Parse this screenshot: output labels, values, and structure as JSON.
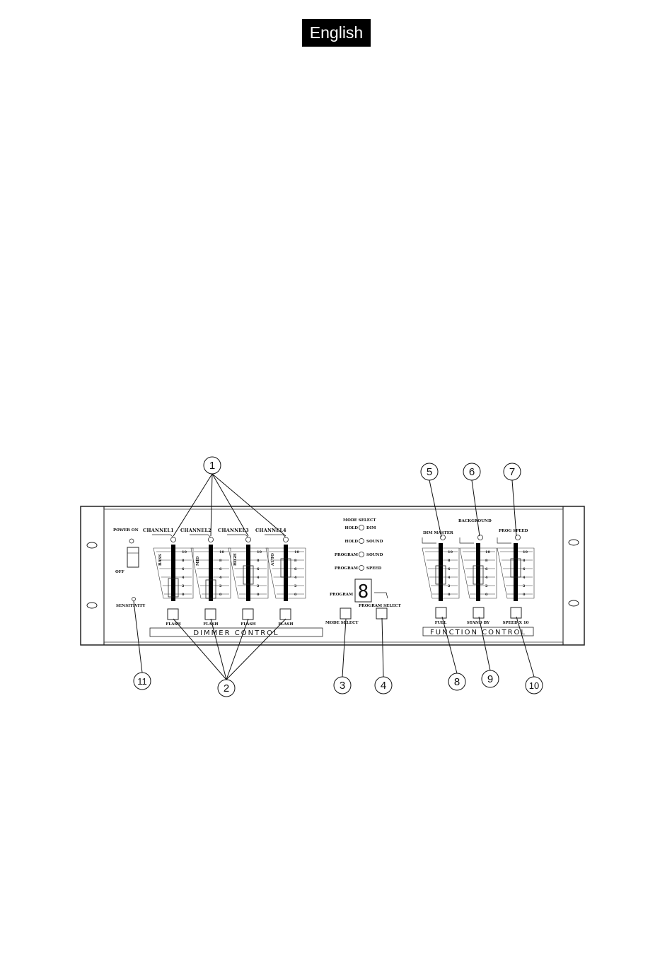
{
  "language_badge": "English",
  "power": {
    "on_label": "POWER ON",
    "off_label": "OFF"
  },
  "sensitivity_label": "SENSITIVITY",
  "channels": [
    {
      "name": "CHANNEL1",
      "side_label": "BASS",
      "flash_label": "FLASH"
    },
    {
      "name": "CHANNEL2",
      "side_label": "MID",
      "flash_label": "FLASH"
    },
    {
      "name": "CHANNEL3",
      "side_label": "HIGH",
      "flash_label": "FLASH"
    },
    {
      "name": "CHANNEL4",
      "side_label": "AUTO",
      "flash_label": "FLASH"
    }
  ],
  "mode_select": {
    "title": "MODE SELECT",
    "modes": [
      {
        "left": "HOLD",
        "right": "DIM"
      },
      {
        "left": "HOLD",
        "right": "SOUND"
      },
      {
        "left": "PROGRAM",
        "right": "SOUND"
      },
      {
        "left": "PROGRAM",
        "right": "SPEED"
      }
    ],
    "button_label": "MODE SELECT"
  },
  "program": {
    "label": "PROGRAM",
    "digit": "8",
    "button_label": "PROGRAM SELECT"
  },
  "function_faders": [
    {
      "name": "DIM MASTER",
      "button_label": "FULL"
    },
    {
      "name": "BACKGROUND",
      "button_label": "STAND BY"
    },
    {
      "name": "PROG SPEED",
      "button_label": "SPEED X 10"
    }
  ],
  "sections": {
    "dimmer": "DIMMER CONTROL",
    "function": "FUNCTION CONTROL"
  },
  "scale_marks": [
    "10",
    "8",
    "6",
    "4",
    "2",
    "0"
  ],
  "callouts": [
    "1",
    "2",
    "3",
    "4",
    "5",
    "6",
    "7",
    "8",
    "9",
    "10",
    "11"
  ]
}
